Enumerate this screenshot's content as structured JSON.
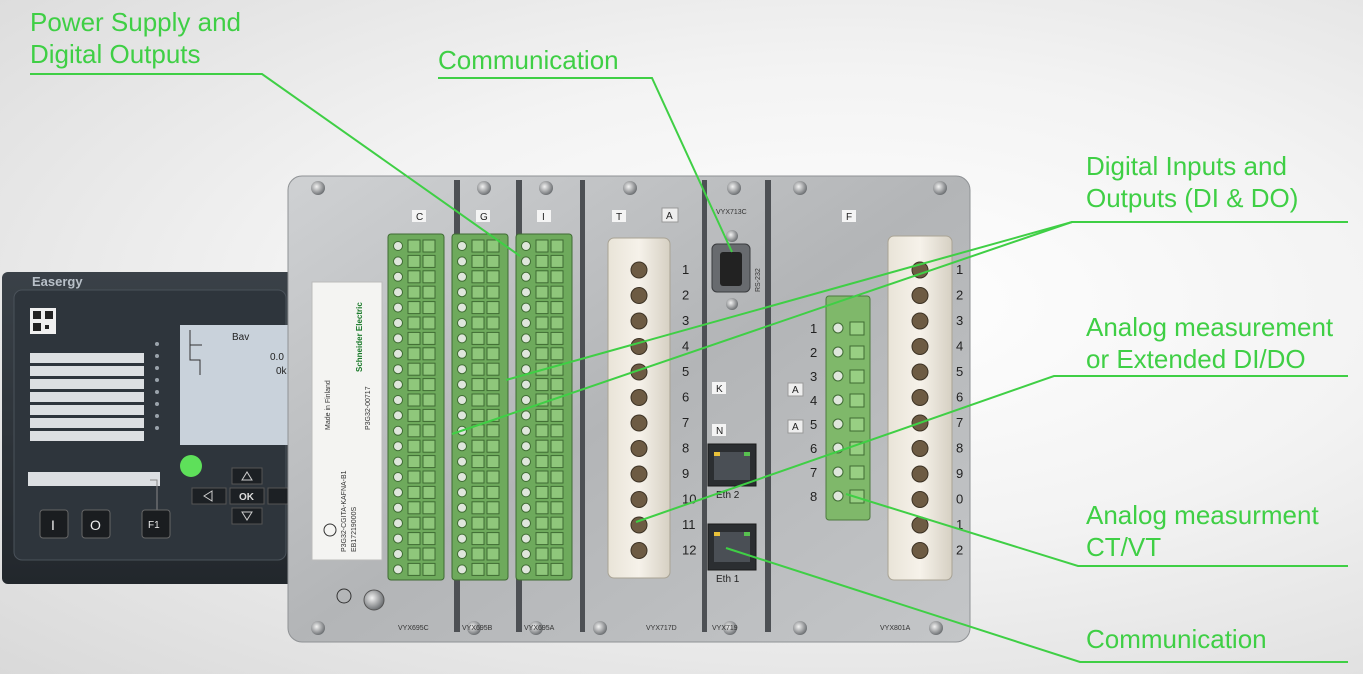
{
  "callouts": {
    "power_supply": "Power Supply and\nDigital Outputs",
    "communication_top": "Communication",
    "digital_io": "Digital Inputs and\nOutputs (DI & DO)",
    "analog_extended": "Analog measurement\nor Extended DI/DO",
    "analog_ctvt": "Analog measurment\nCT/VT",
    "communication_bottom": "Communication"
  },
  "device": {
    "front_panel": {
      "brand": "Easergy",
      "screen_text_1": "Bav",
      "screen_text_2": "0.0",
      "screen_text_3": "0k",
      "ok_label": "OK",
      "i_label": "I",
      "o_label": "O",
      "f1_label": "F1"
    },
    "slots": {
      "c": "C",
      "g": "G",
      "i": "I",
      "t": "T",
      "a_top": "A",
      "f": "F",
      "k": "K",
      "n": "N",
      "a1": "A",
      "a2": "A"
    },
    "module_codes": {
      "vyx695c": "VYX695C",
      "vyx695b": "VYX695B",
      "vyx695a": "VYX695A",
      "vyx713c": "VYX713C",
      "vyx717d": "VYX717D",
      "vyx719": "VYX719",
      "vyx801a": "VYX801A"
    },
    "ports": {
      "rs232": "RS-232",
      "eth2": "Eth 2",
      "eth1": "Eth 1"
    },
    "label_plate": {
      "brand": "Schneider Electric",
      "part": "P3G32-CGITA-KAFNA-B1",
      "serial": "EB17219000S",
      "rev": "P3G32-00717",
      "origin": "Made in Finland"
    },
    "ct_terminal_numbers": [
      "1",
      "2",
      "3",
      "4",
      "5",
      "6",
      "7",
      "8",
      "9",
      "10",
      "11",
      "12"
    ],
    "analog_terminal_numbers": [
      "1",
      "2",
      "3",
      "4",
      "5",
      "6",
      "7",
      "8"
    ],
    "right_terminal_numbers": [
      "1",
      "2",
      "3",
      "4",
      "5",
      "6",
      "7",
      "8",
      "9",
      "0",
      "1",
      "2"
    ]
  },
  "colors": {
    "callout": "#3fcf45",
    "terminal_green": "#7fb86a",
    "chassis": "#b9bbbd"
  }
}
